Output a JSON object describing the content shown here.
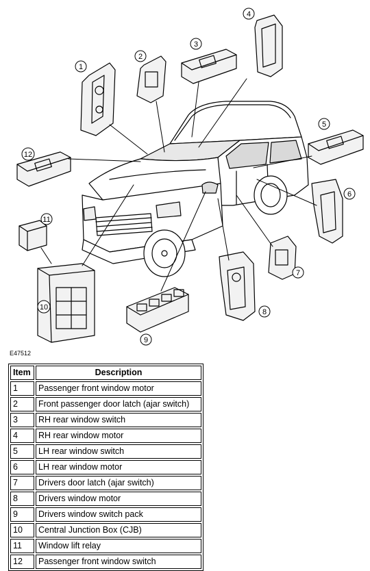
{
  "figure_id": "E47512",
  "callouts": [
    "1",
    "2",
    "3",
    "4",
    "5",
    "6",
    "7",
    "8",
    "9",
    "10",
    "11",
    "12"
  ],
  "table": {
    "headers": {
      "item": "Item",
      "description": "Description"
    },
    "rows": [
      {
        "item": "1",
        "description": "Passenger front window motor"
      },
      {
        "item": "2",
        "description": "Front passenger door latch (ajar switch)"
      },
      {
        "item": "3",
        "description": "RH rear window switch"
      },
      {
        "item": "4",
        "description": "RH rear window motor"
      },
      {
        "item": "5",
        "description": "LH rear window switch"
      },
      {
        "item": "6",
        "description": "LH rear window motor"
      },
      {
        "item": "7",
        "description": "Drivers door latch (ajar switch)"
      },
      {
        "item": "8",
        "description": "Drivers window motor"
      },
      {
        "item": "9",
        "description": "Drivers window switch pack"
      },
      {
        "item": "10",
        "description": "Central Junction Box (CJB)"
      },
      {
        "item": "11",
        "description": "Window lift relay"
      },
      {
        "item": "12",
        "description": "Passenger front window switch"
      }
    ]
  }
}
